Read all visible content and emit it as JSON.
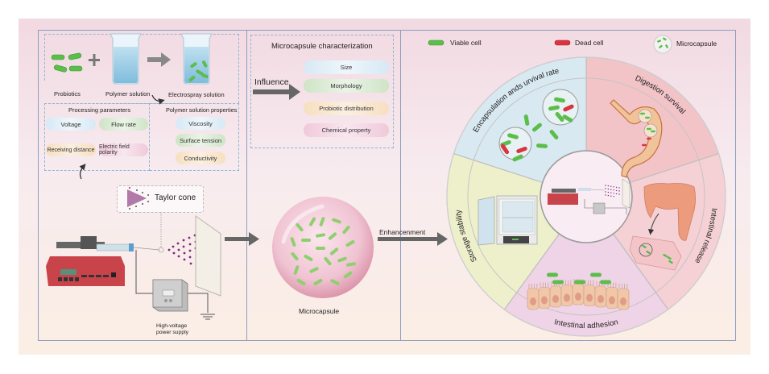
{
  "panel_left": {
    "probiotics_label": "Probiotics",
    "polymer_label": "Polymer solution",
    "electrospray_label": "Electrospray solution",
    "processing_title": "Processing parameters",
    "processing_items": [
      "Voltage",
      "Flow rate",
      "Receiving distance",
      "Electric field  polarity"
    ],
    "properties_title": "Polymer solution properties",
    "properties_items": [
      "Viscosity",
      "Surface tension",
      "Conductivity"
    ],
    "taylor_cone_label": "Taylor cone",
    "power_supply_label_1": "High-voltage",
    "power_supply_label_2": "power supply"
  },
  "panel_middle": {
    "title": "Microcapsule characterization",
    "influence_label": "Influence",
    "items": [
      "Size",
      "Morphology",
      "Probiotic distribution",
      "Chemical property"
    ],
    "microcapsule_label": "Microcapsule",
    "enhancement_label": "Enhancenment"
  },
  "legend": {
    "viable": "Viable cell",
    "dead": "Dead cell",
    "microcapsule": "Microcapsule"
  },
  "wheel": {
    "sections": [
      {
        "label": "Digestion survival",
        "color": "#f2c4c8"
      },
      {
        "label": "Intestinal release",
        "color": "#f5d0d5"
      },
      {
        "label": "Intestinal adhesion",
        "color": "#efd3e6"
      },
      {
        "label": "Storage stability",
        "color": "#eef0cc"
      },
      {
        "label": "Encapsulation ands urvival rate",
        "color": "#d9e9f1"
      }
    ]
  },
  "colors": {
    "viable_cell": "#5bbd4a",
    "dead_cell": "#d9343f",
    "frame": "#8e9dc0",
    "dash": "#8fb6d3",
    "arrow": "#666666",
    "pump": "#c9434b",
    "spray_dots": "#7b2a7a",
    "microcapsule": "#e6a3b6"
  }
}
